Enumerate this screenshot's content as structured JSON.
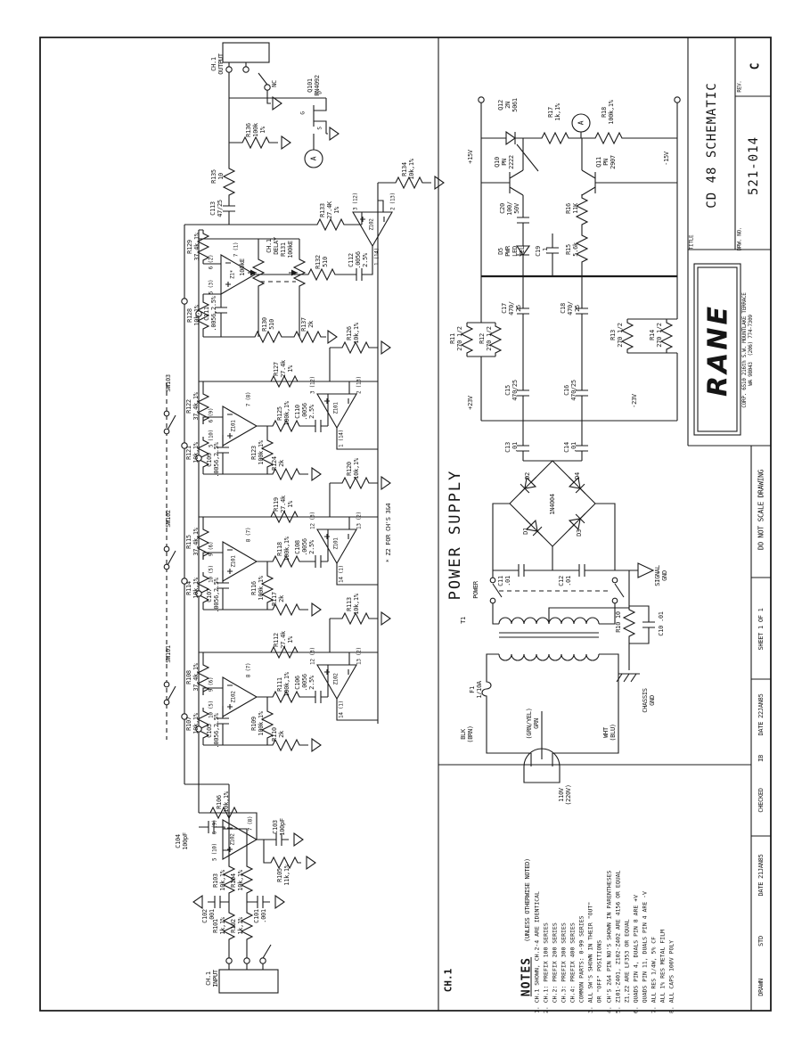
{
  "title_block": {
    "title_label": "TITLE",
    "title": "CD 48 SCHEMATIC",
    "rev_label": "REV.",
    "rev": "C",
    "drw_no_label": "DRW. NO.",
    "drawing_number": "521-014",
    "logo": "RANE",
    "address": "CORP. 6510 216th S.W. MOUNTLAKE TERRACE\nWA 98043  (206) 774-7309"
  },
  "border_strip": {
    "do_not_scale": "DO NOT SCALE DRAWING",
    "sheet": "SHEET 1 OF 1",
    "date_checked": "DATE 22JAN85",
    "checked_by": "IB",
    "checked_label": "CHECKED",
    "date_drawn": "DATE 21JAN85",
    "drawn_by": "STD",
    "drawn_label": "DRAWN"
  },
  "notes": {
    "heading": "NOTES",
    "subheading": "(UNLESS OTHERWISE NOTED)",
    "lines": [
      "1. CH.1 SHOWN, CH.2-4 ARE IDENTICAL",
      "2. CH.1: PREFIX 100 SERIES",
      "   CH.2: PREFIX 200 SERIES",
      "   CH.3: PREFIX 300 SERIES",
      "   CH.4: PREFIX 400 SERIES",
      "   COMMON PARTS: 0-99 SERIES",
      "3. ALL SW'S SHOWN IN THEIR \"OUT\"",
      "   OR \"OFF\" POSITIONS",
      "4. CH'S 2&4 PIN NO'S SHOWN IN PARENTHESES",
      "5. Z101-Z401, Z102-Z402 ARE 4156 OR EQUAL",
      "   Z1,Z2 ARE LF353 OR EQUAL",
      "6. QUADS PIN 4, DUALS PIN 8 ARE +V",
      "   QUADS PIN 11, DUALS PIN 4 ARE -V",
      "7. ALL RES 1/4W, 5% CF",
      "   ALL 1% RES METAL FILM",
      "8. ALL CAPS 100V POLY"
    ]
  },
  "channel": {
    "name": "CH.1",
    "input_label": "CH.1\nINPUT",
    "output_label": "CH.1\nOUTPUT",
    "nc": "NC",
    "delay_label": "CH.1\nDELAY",
    "z2_note": "* Z2 FOR CH'S 3&4",
    "meter": "A",
    "opamp_names": {
      "z1": "Z1*",
      "z101": "Z101",
      "z102": "Z102"
    },
    "pins": {
      "z102_in": [
        "7 (8)",
        "6 (9)",
        "5 (10)"
      ],
      "z102_a": [
        "8 (7)",
        "9 (6)",
        "10 (5)"
      ],
      "z102_a2": [
        "12 (3)",
        "13 (2)",
        "14 (1)"
      ],
      "z101_b": [
        "8 (7)",
        "9 (6)",
        "10 (5)"
      ],
      "z101_b2": [
        "12 (3)",
        "13 (2)",
        "14 (1)"
      ],
      "z101_c": [
        "7 (8)",
        "6 (9)",
        "5 (10)"
      ],
      "z101_c2": [
        "3 (12)",
        "2 (13)",
        "1 (14)"
      ],
      "z102_out": [
        "3 (12)",
        "2 (13)",
        "1 (14)"
      ],
      "z1": [
        "7 (1)",
        "6 (2)",
        "5 (3)"
      ],
      "q101": [
        "D",
        "G",
        "S"
      ]
    },
    "labels": {
      "r101": "R101\n1k,1%",
      "r102": "R102\n1k,1%",
      "r103": "R103\n10k,1%",
      "r104": "R104\n10k,1%",
      "r105": "R105\n11k,1%",
      "r106": "R106\n10k,1%",
      "c101": "C101\n.001",
      "c102": "C102\n.001",
      "c103": "C103\n100pF",
      "c104": "C104\n100pF",
      "r107": "R107\n10k,1%",
      "r108": "R108\n37.4k,1%",
      "r109": "R109\n100k,1%",
      "r110": "R110\n2k",
      "r111": "R111\n100k,1%",
      "r112": "R112\n27.4k\n1%",
      "r113": "R113\n10k,1%",
      "c105": "C105\n.0056,2.5%",
      "c106": "C106\n.0056\n2.5%",
      "r114": "R114\n10k,1%",
      "r115": "R115\n37.4k,1%",
      "r116": "R116\n100k,1%",
      "r117": "R117\n2k",
      "r118": "R118\n100k,1%",
      "r119": "R119\n27.4k\n1%",
      "r120": "R120\n10k,1%",
      "c107": "C107\n.0056,2.5%",
      "c108": "C108\n.0056\n2.5%",
      "r121": "R121\n10k,1%",
      "r122": "R122\n37.4k,1%",
      "r123": "R123\n100k,1%",
      "r124": "R124\n2k",
      "r125": "R125\n100k,1%",
      "r127": "R127\n27.4k\n1%",
      "r126": "R126\n10k,1%",
      "c109": "C109\n.0056,2.5%",
      "c110": "C110\n.0056\n2.5%",
      "r128": "R128\n10k,1%",
      "r129": "R129\n37.4k,1%",
      "r130": "R130\n510",
      "r131": "R131\n100kE",
      "r131b": "100kE",
      "r137": "R137\n2k",
      "r132": "R132\n510",
      "c111": "C111\n.0056,2.5%",
      "c112": "C112\n.0056\n2.5%",
      "r133": "R133\n27.4K\n1%",
      "r134": "R134\n10k,1%",
      "r135": "R135\n10",
      "r136": "R136\n100k\n1%",
      "c113": "C113\n47/25",
      "q101": "Q101\nPN4092",
      "sw101": "SW101",
      "sw102": "SW102",
      "sw103": "SW103"
    }
  },
  "power_supply": {
    "heading": "POWER SUPPLY",
    "meter": "A",
    "rails": {
      "p15": "+15V",
      "m15": "-15V",
      "p23": "+23V",
      "m23": "-23V"
    },
    "grounds": {
      "signal": "SIGNAL\nGND",
      "chassis": "CHASSIS\nGND"
    },
    "labels": {
      "q10": "Q10\nPN\n2222",
      "q11": "Q11\nPN\n2907",
      "q12": "Q12\n2N\n5061",
      "r17": "R17\n1k,1%",
      "r18": "R18\n100k,1%",
      "r16": "R16\n11K",
      "r15": "R15\n5.6k",
      "c20": "C20\n100/\n50V",
      "d5": "D5\nPWR\nLED\nYEL",
      "c19": "C19\n.1",
      "c17": "C17\n470/\n25",
      "c18": "C18\n470/\n25",
      "c15": "C15\n470/25",
      "c16": "C16\n470/25",
      "r11": "R11\n270 1/2",
      "r12": "R12\n270 1/2",
      "r13": "R13\n270 1/2",
      "r14": "R14\n270 1/2",
      "c13": "C13\n.01",
      "c14": "C14\n.01",
      "d1": "D1",
      "d2": "D2",
      "d3": "D3",
      "d4": "D4",
      "bridge": "1N4004",
      "c11": "C11\n.01",
      "c12": "C12\n.01",
      "power": "POWER",
      "t1": "T1",
      "f1": "F1\n1/10A",
      "blk": "BLK\n(BRN)",
      "grn": "(GRN/YEL)\nGRN",
      "wht": "WHT\n(BLU)",
      "mains": "110V\n(220V)",
      "r10": "R10 10",
      "c10": "C10 .01"
    }
  }
}
